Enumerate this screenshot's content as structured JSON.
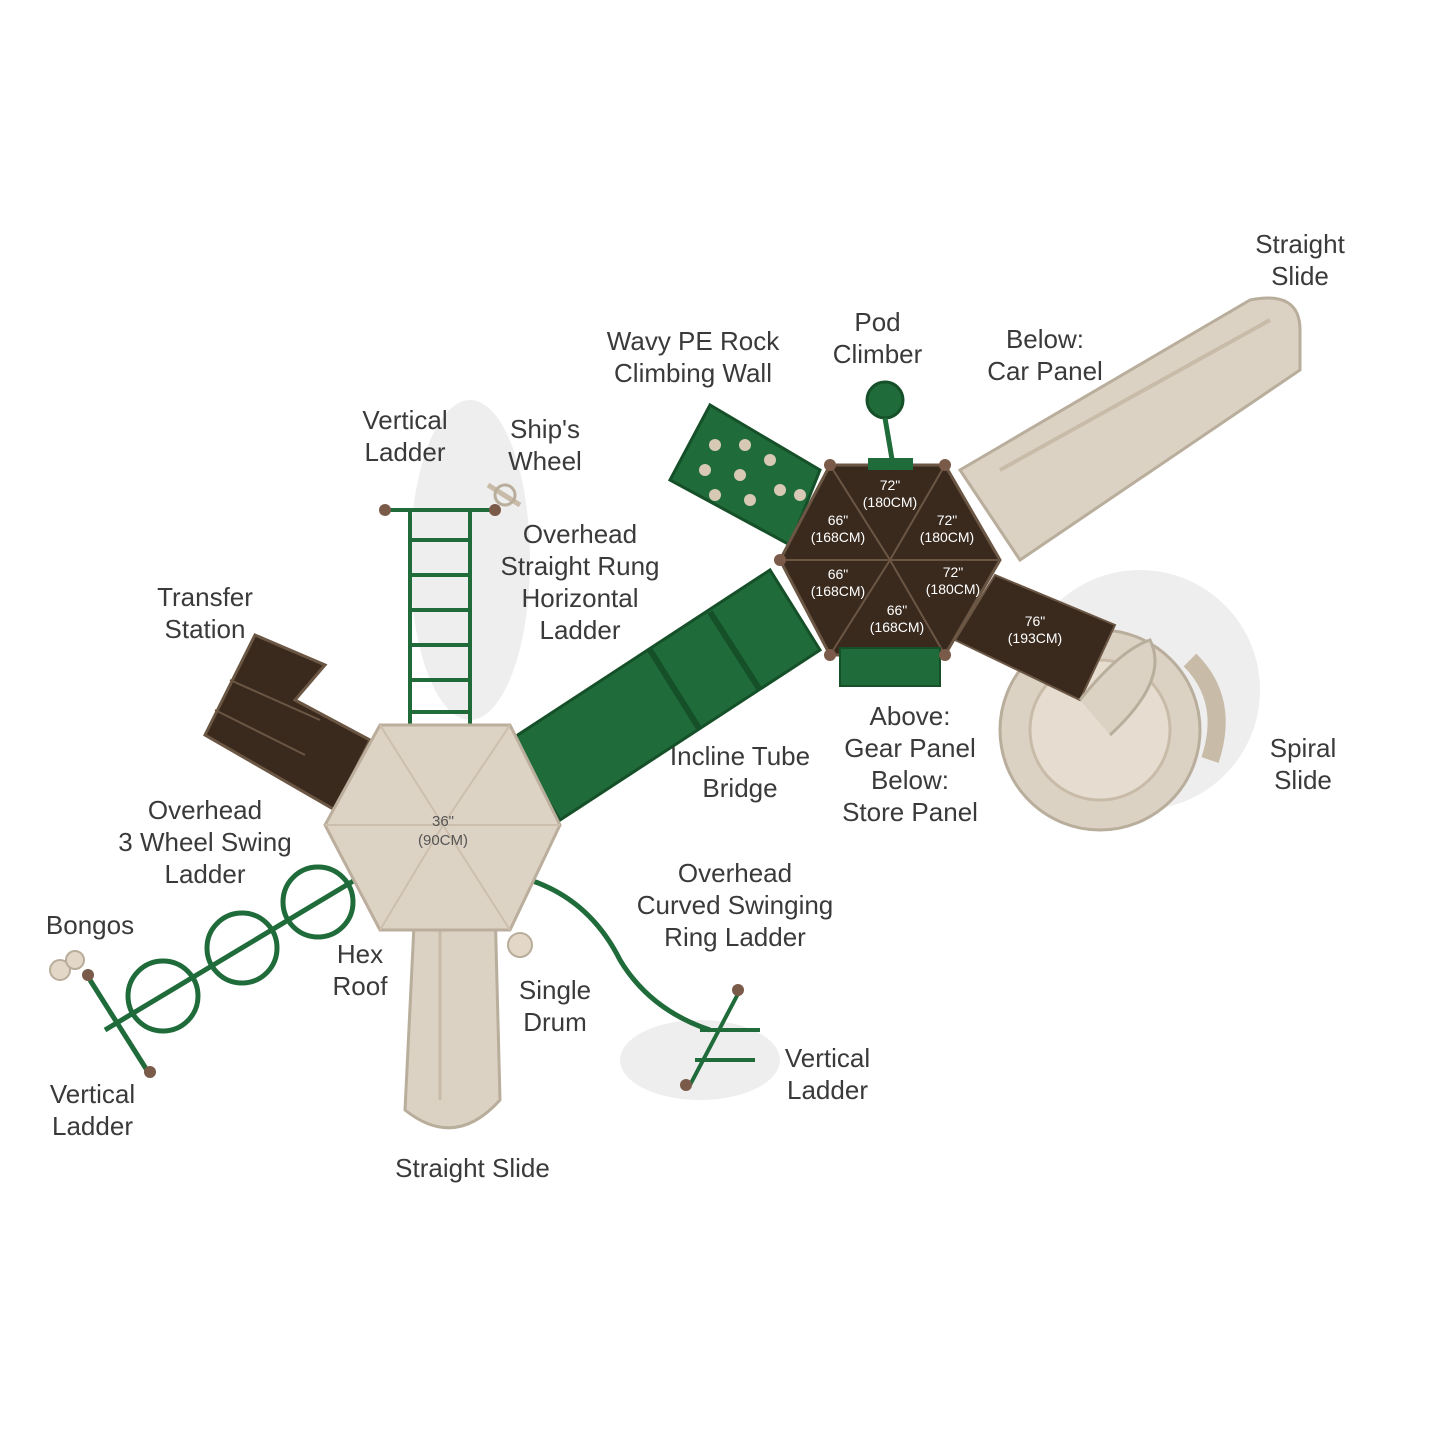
{
  "colors": {
    "green": "#1f6b3a",
    "green_dark": "#155028",
    "tan": "#dcd2c4",
    "tan_dark": "#c8bba8",
    "brown_deck": "#3a2a1e",
    "label_text": "#3a3a3a"
  },
  "labels": {
    "straight_slide_top": "Straight\nSlide",
    "below_car_panel": "Below:\nCar Panel",
    "pod_climber": "Pod\nClimber",
    "wavy_pe_rock": "Wavy PE Rock\nClimbing Wall",
    "vertical_ladder_top": "Vertical\nLadder",
    "ships_wheel": "Ship's\nWheel",
    "overhead_straight_rung": "Overhead\nStraight Rung\nHorizontal\nLadder",
    "transfer_station": "Transfer\nStation",
    "incline_tube_bridge": "Incline Tube\nBridge",
    "gear_store_panel": "Above:\nGear Panel\nBelow:\nStore Panel",
    "spiral_slide": "Spiral\nSlide",
    "overhead_3_wheel": "Overhead\n3 Wheel Swing\nLadder",
    "overhead_curved_ring": "Overhead\nCurved Swinging\nRing Ladder",
    "bongos": "Bongos",
    "hex_roof": "Hex\nRoof",
    "single_drum": "Single\nDrum",
    "vertical_ladder_right": "Vertical\nLadder",
    "vertical_ladder_left": "Vertical\nLadder",
    "straight_slide_bottom": "Straight Slide"
  },
  "dimensions": {
    "d72_top": "72\"\n(180CM)",
    "d66_ul": "66\"\n(168CM)",
    "d72_ur": "72\"\n(180CM)",
    "d66_ll": "66\"\n(168CM)",
    "d72_lr": "72\"\n(180CM)",
    "d66_bottom": "66\"\n(168CM)",
    "d76_ramp": "76\"\n(193CM)",
    "d36_roof": "36\"\n(90CM)"
  }
}
